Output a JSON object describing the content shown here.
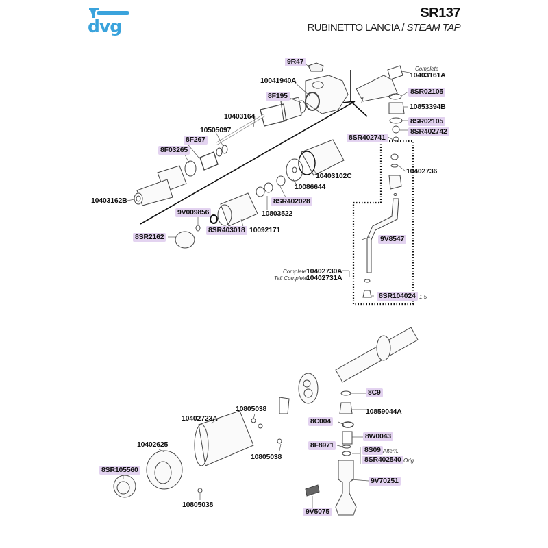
{
  "header": {
    "brand": "dvg",
    "model_code": "SR137",
    "title_it": "RUBINETTO LANCIA",
    "title_separator": " / ",
    "title_en": "STEAM TAP",
    "brand_color": "#3aa3dc",
    "highlight_color": "#e3d3f0"
  },
  "parts_upper": {
    "p_9R47": "9R47",
    "p_10041940A": "10041940A",
    "p_8F195": "8F195",
    "p_10403164": "10403164",
    "p_10505097": "10505097",
    "p_8F267": "8F267",
    "p_8F03265": "8F03265",
    "p_10403162B": "10403162B",
    "p_10403102C": "10403102C",
    "p_10086644": "10086644",
    "p_8SR402028": "8SR402028",
    "p_10803522": "10803522",
    "p_9V009856": "9V009856",
    "p_8SR403018": "8SR403018",
    "p_10092171": "10092171",
    "p_8SR2162": "8SR2162"
  },
  "parts_right": {
    "complete_note": "Complete",
    "p_10403161A": "10403161A",
    "p_8SR02105_a": "8SR02105",
    "p_10853394B": "10853394B",
    "p_8SR02105_b": "8SR02105",
    "p_8SR402742": "8SR402742",
    "p_8SR402741": "8SR402741",
    "p_10402736": "10402736",
    "p_9V8547": "9V8547",
    "complete_note_2": "Complete",
    "p_10402730A": "10402730A",
    "tall_complete_note": "Tall Complete",
    "p_10402731A": "10402731A",
    "p_8SR104024": "8SR104024",
    "p_8SR104024_note": "1,5"
  },
  "parts_lower": {
    "p_8C9": "8C9",
    "p_10859044A": "10859044A",
    "p_8C004": "8C004",
    "p_8W0043": "8W0043",
    "p_8F8971": "8F8971",
    "p_8S09": "8S09",
    "p_8S09_note": "Altern.",
    "p_8SR402540": "8SR402540",
    "p_8SR402540_note": "Orig.",
    "p_9V70251": "9V70251",
    "p_9V5075": "9V5075",
    "p_10805038_a": "10805038",
    "p_10402723A": "10402723A",
    "p_10805038_b": "10805038",
    "p_10402625": "10402625",
    "p_8SR105560": "8SR105560",
    "p_10805038_c": "10805038"
  }
}
